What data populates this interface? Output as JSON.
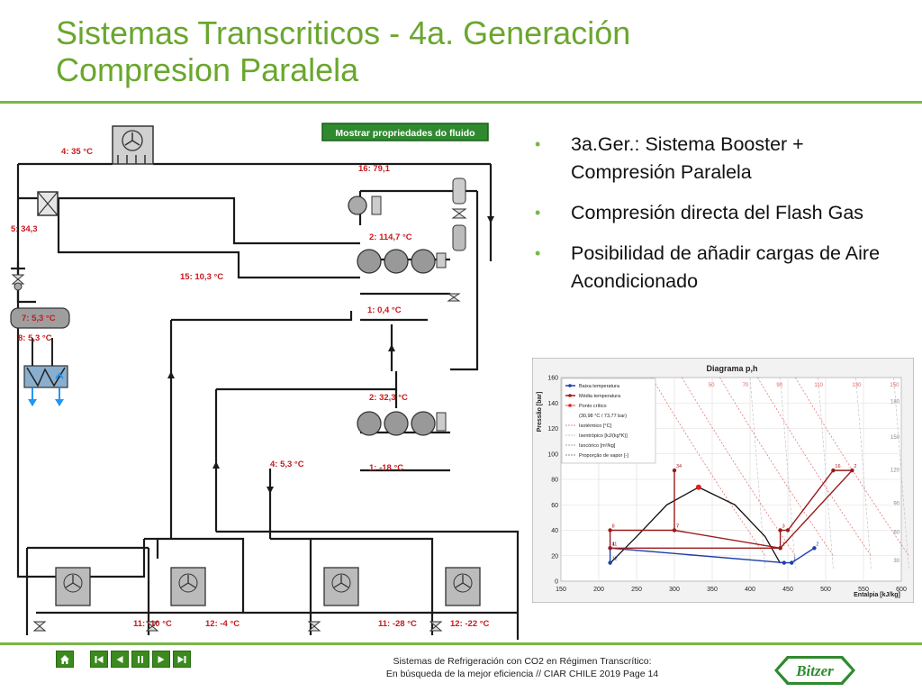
{
  "slide": {
    "title_line1": "Sistemas Transcriticos - 4a. Generación",
    "title_line2": "Compresion Paralela",
    "bullets": [
      "3a.Ger.:  Sistema Booster + Compresión Paralela",
      "Compresión directa del Flash Gas",
      "Posibilidad de añadir cargas de Aire Acondicionado"
    ],
    "footer_line1": "Sistemas de Refrigeración con CO2 en Régimen Transcrítico:",
    "footer_line2": "En búsqueda de la mejor eficiencia //  CIAR CHILE 2019  Page 14",
    "logo_text": "Bitzer"
  },
  "diagram": {
    "fluid_button": "Mostrar propriedades do fluido",
    "labels": {
      "p4_35": "4:  35 °C",
      "p16": "16:  79,1",
      "p5": "5:  34,3",
      "p2_top": "2:  114,7 °C",
      "p15": "15:  10,3 °C",
      "p7": "7:  5,3 °C",
      "p1_top": "1:  0,4 °C",
      "p8": "8:  5,3 °C",
      "p2_mid": "2:  32,3 °C",
      "p4_mid": "4:  5,3 °C",
      "p1_mid": "1:  -18 °C",
      "p11_left": "11:  -10 °C",
      "p12_left": "12:  -4 °C",
      "p11_right": "11:  -28 °C",
      "p12_right": "12:  -22 °C"
    },
    "colors": {
      "pipe": "#1a1a1a",
      "label": "#c8191e",
      "unit": "#9a9a9a",
      "fluid_button": "#2f8a2f",
      "evap_arrow": "#2196f3"
    }
  },
  "chart_data": {
    "type": "line",
    "title": "Diagrama p,h",
    "xlabel": "Entalpia [kJ/kg]",
    "ylabel": "Pressão [bar]",
    "xlim": [
      150,
      600
    ],
    "ylim": [
      0,
      160
    ],
    "x_ticks": [
      150,
      200,
      250,
      300,
      350,
      400,
      450,
      500,
      550,
      600
    ],
    "y_ticks": [
      0,
      20,
      40,
      60,
      80,
      100,
      120,
      140,
      160
    ],
    "grid": true,
    "legend_position": "top-left",
    "legend": [
      "Baixa temperatura",
      "Média temperatura",
      "Ponto crítico",
      "(30,98 °C / 73,77 bar)",
      "Isotérmico [°C]",
      "Isentrópico [kJ/(kg*K)]",
      "Isocórico [m³/kg]",
      "Proporção de vapor [-]"
    ],
    "isotherm_labels": [
      "50",
      "70",
      "90",
      "110",
      "130",
      "150"
    ],
    "right_labels": [
      "180",
      "150",
      "120",
      "90",
      "60",
      "30"
    ],
    "critical_point": {
      "h": 332,
      "p": 73.8
    },
    "series": [
      {
        "name": "Baixa temperatura",
        "color": "#1f3fa8",
        "x": [
          215,
          215,
          445,
          455,
          485
        ],
        "y": [
          14.5,
          26,
          14.5,
          14.5,
          26
        ],
        "point_labels": [
          "12",
          "11",
          "",
          "1",
          "2"
        ]
      },
      {
        "name": "Média temperatura",
        "color": "#9b1b1b",
        "x": [
          300,
          300,
          215,
          215,
          440,
          440,
          450,
          510,
          535,
          440,
          300
        ],
        "y": [
          87,
          40,
          40,
          26,
          26,
          40,
          40,
          87,
          87,
          26,
          40
        ],
        "point_labels": [
          "34",
          "7",
          "8",
          "4",
          "",
          "3",
          "",
          "16",
          "2",
          "1",
          "7"
        ]
      }
    ],
    "dome": {
      "h": [
        215,
        250,
        290,
        332,
        380,
        420,
        440
      ],
      "p": [
        14,
        35,
        60,
        73.8,
        60,
        35,
        14
      ]
    }
  }
}
